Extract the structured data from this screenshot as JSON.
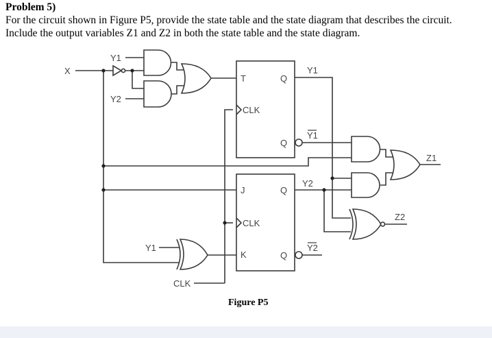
{
  "problem": {
    "title": "Problem 5)",
    "line1": "For the circuit shown in Figure P5, provide the state table and the state diagram that describes the circuit.",
    "line2": "Include the output variables Z1 and Z2 in both the state table and the state diagram."
  },
  "figure": {
    "caption": "Figure P5",
    "labels": {
      "x": "X",
      "y1_in": "Y1",
      "y2_in": "Y2",
      "y1_xor": "Y1",
      "clk_in": "CLK",
      "t": "T",
      "clk1": "CLK",
      "q1": "Q",
      "y1": "Y1",
      "q1bar": "Q",
      "y1bar": "Y1",
      "j": "J",
      "clk2": "CLK",
      "k": "K",
      "q2": "Q",
      "y2": "Y2",
      "q2bar": "Q",
      "y2bar": "Y2",
      "z1": "Z1",
      "z2": "Z2"
    }
  }
}
